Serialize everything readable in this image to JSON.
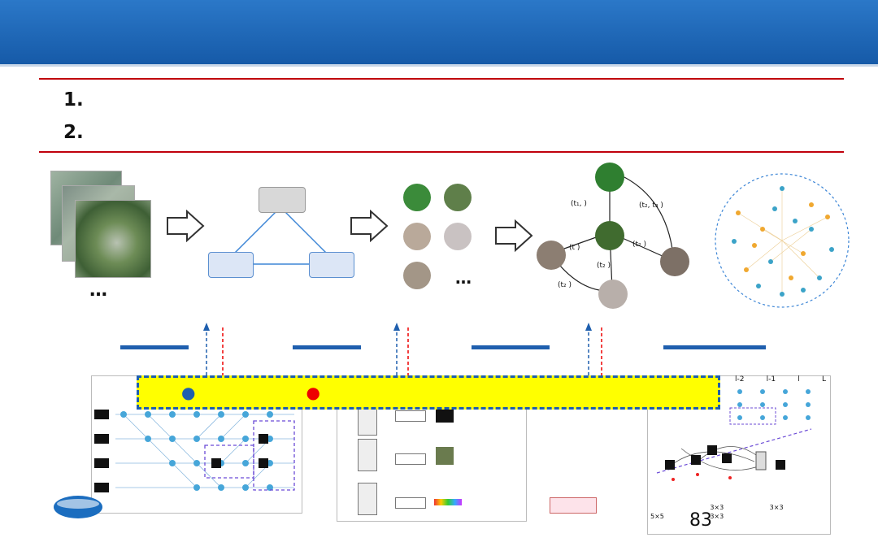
{
  "title": "",
  "bullets": [
    {
      "num": "1.",
      "pre": "",
      "hl": "",
      "post": ""
    },
    {
      "num": "2.",
      "pre": "",
      "hl": "",
      "post": ""
    }
  ],
  "stages": [
    "",
    "",
    "",
    "",
    ""
  ],
  "ellipsis": "…",
  "ontology": {
    "concept": "",
    "rule": "",
    "entity": "",
    "attribute": ""
  },
  "thematic": {
    "vegetation": "",
    "farmland": "",
    "road": "",
    "bareland": "",
    "building": "",
    "more": "…"
  },
  "relation": {
    "nodes": {
      "vegetation": "",
      "farmland": "",
      "building": "",
      "road": "",
      "bareland": ""
    },
    "edges": [
      "(t₁, )",
      "(t₂, t₃ )",
      "(t )",
      "(t₂ )",
      "(t₂ )",
      "(t₂ )"
    ]
  },
  "feedback": [
    {
      "hl": "",
      "rest": ""
    },
    {
      "text": ""
    },
    {
      "hl": "",
      "rest": ""
    },
    {
      "text": ""
    },
    {
      "hl": "",
      "rest": ""
    },
    {
      "text": ""
    }
  ],
  "banner": {
    "left": "",
    "right": ""
  },
  "nas": {
    "transfer_space": "",
    "module_space": ""
  },
  "modules": {
    "pyramid1": "",
    "pyramid2": "",
    "pooling": "",
    "fuse_classify": "",
    "fuse_detect": "",
    "pixel_map": "",
    "pixel_module": "",
    "det_map": "",
    "det_module": "",
    "scene_vec": "",
    "scene_module": "",
    "search_loss": ""
  },
  "results": {
    "title": "",
    "layers": [
      "l-2",
      "l-1",
      "l",
      "L"
    ],
    "module_group": "",
    "caption": "",
    "legend": [
      "",
      "3×3",
      "3×3",
      "5×5",
      "3×3",
      "",
      "",
      ""
    ]
  },
  "lab": "",
  "watermark": "",
  "page_number": "83",
  "colors": {
    "title_bg": "#165aa8",
    "accent_red": "#e00000",
    "flow_blue": "#1f5fae",
    "banner_yellow": "#ffff00"
  }
}
